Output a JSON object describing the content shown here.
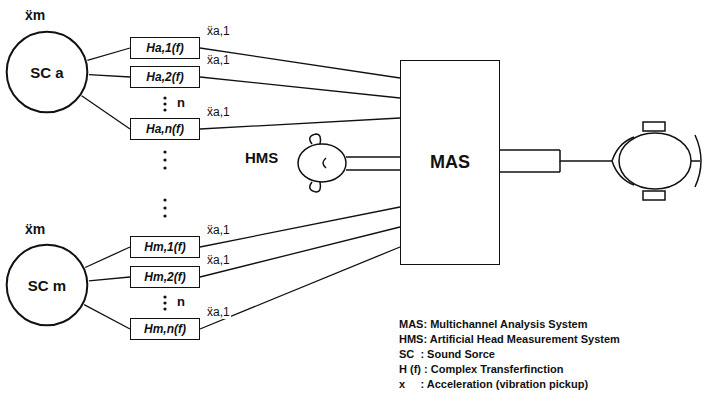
{
  "diagram": {
    "nodes": [
      {
        "text": [
          "SC a"
        ]
      },
      {
        "text": [
          "Ha,1(f)"
        ]
      },
      {
        "text": [
          "Ha,2(f)"
        ]
      },
      {
        "text": [
          "Ha,n(f)"
        ]
      },
      {
        "text": [
          "SC m"
        ]
      },
      {
        "text": [
          "Hm,1(f)"
        ]
      },
      {
        "text": [
          "Hm,2(f)"
        ]
      },
      {
        "text": [
          "Hm,n(f)"
        ]
      },
      {
        "text": [
          "MAS"
        ]
      }
    ],
    "edges": [
      {
        "from": 0,
        "to": 1,
        "arrow": "none"
      },
      {
        "from": 0,
        "to": 2,
        "arrow": "none"
      },
      {
        "from": 0,
        "to": 3,
        "arrow": "none"
      },
      {
        "from": 4,
        "to": 5,
        "arrow": "none"
      },
      {
        "from": 4,
        "to": 6,
        "arrow": "none"
      },
      {
        "from": 4,
        "to": 7,
        "arrow": "none"
      },
      {
        "from": 1,
        "to": 8,
        "arrow": "none"
      },
      {
        "from": 2,
        "to": 8,
        "arrow": "none"
      },
      {
        "from": 3,
        "to": 8,
        "arrow": "none"
      },
      {
        "from": 5,
        "to": 8,
        "arrow": "none"
      },
      {
        "from": 6,
        "to": 8,
        "arrow": "none"
      },
      {
        "from": 7,
        "to": 8,
        "arrow": "none"
      }
    ],
    "labels": [
      "ẍm",
      "ẍa,1",
      "ẍa,1",
      "n",
      "ẍa,1",
      "HMS",
      "ẍm",
      "ẍa,1",
      "ẍa,1",
      "n",
      "ẍa,1",
      "MAS: Multichannel Analysis System",
      "HMS: Artificial Head Measurement System",
      "SC  : Sound Sorce",
      "H (f) : Complex Transferfinction",
      "x     : Acceleration (vibration pickup)"
    ]
  }
}
